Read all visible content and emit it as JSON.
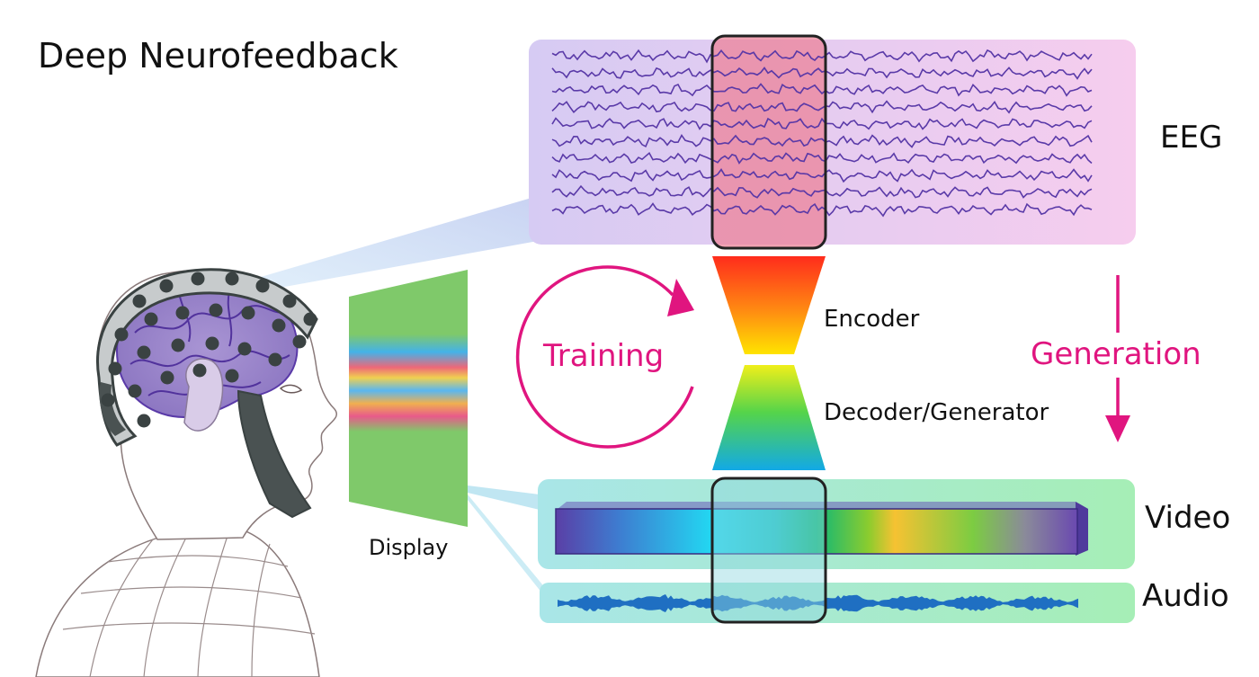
{
  "title": "Deep Neurofeedback",
  "panels": {
    "eeg": "EEG",
    "video": "Video",
    "audio": "Audio"
  },
  "model": {
    "encoder": "Encoder",
    "decoder": "Decoder/Generator"
  },
  "loop": {
    "training": "Training",
    "generation": "Generation"
  },
  "display": "Display",
  "colors": {
    "accent": "#e0157f",
    "eeg_wave": "#5a3aa8",
    "eeg_panel_left": "#d8ccf2",
    "eeg_panel_right": "#f6cdf0",
    "window_highlight": "#e8869a",
    "media_panel": "#a6ecc0",
    "audio_wave": "#1f6fc2",
    "electrode": "#3a4242"
  }
}
